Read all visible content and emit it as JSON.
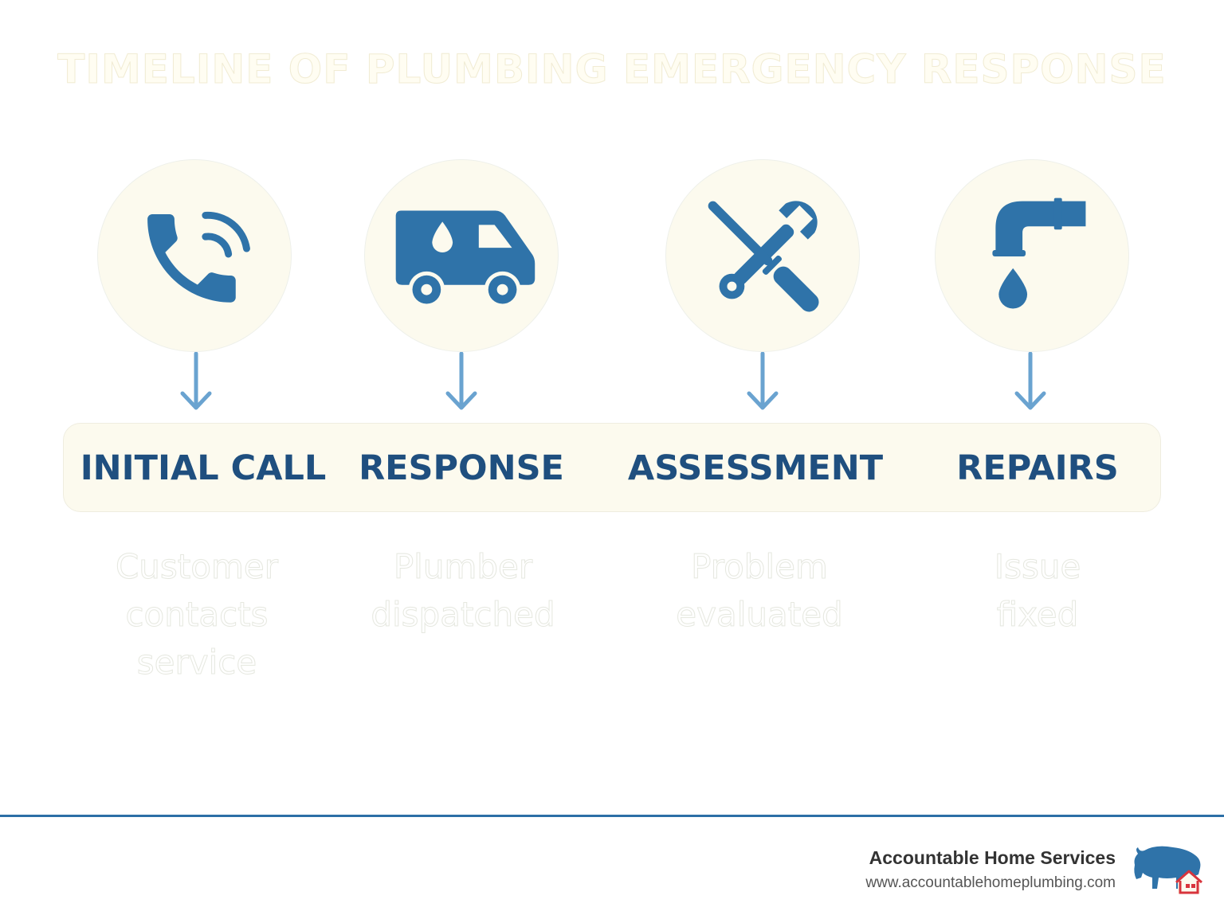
{
  "title": "TIMELINE OF PLUMBING EMERGENCY RESPONSE",
  "steps": [
    {
      "label": "INITIAL CALL",
      "description": "Customer contacts service",
      "icon": "phone-icon"
    },
    {
      "label": "RESPONSE",
      "description": "Plumber dispatched",
      "icon": "van-icon"
    },
    {
      "label": "ASSESSMENT",
      "description": "Problem evaluated",
      "icon": "tools-icon"
    },
    {
      "label": "REPAIRS",
      "description": "Issue fixed",
      "icon": "pipe-drip-icon"
    }
  ],
  "footer": {
    "company": "Accountable Home Services",
    "url": "www.accountablehomeplumbing.com",
    "logo_icon": "bison-house-logo"
  },
  "colors": {
    "icon_blue": "#2f73a9",
    "arrow_blue": "#6aa3d0",
    "label_navy": "#1f4f7f",
    "circle_fill": "#fcfaee",
    "divider": "#2c6fa6",
    "logo_red": "#d8343c"
  }
}
